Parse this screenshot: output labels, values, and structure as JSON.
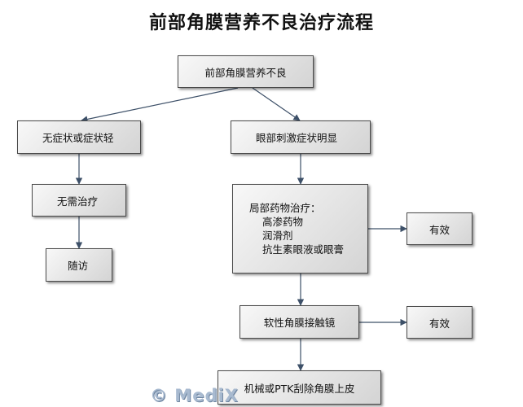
{
  "title": "前部角膜营养不良治疗流程",
  "nodes": {
    "root": "前部角膜营养不良",
    "mild": "无症状或症状轻",
    "severe": "眼部刺激症状明显",
    "no_treatment": "无需治疗",
    "follow_up": "随访",
    "topical": {
      "heading": "局部药物治疗：",
      "items": [
        "高渗药物",
        "润滑剂",
        "抗生素眼液或眼膏"
      ]
    },
    "effective_1": "有效",
    "contact_lens": "软性角膜接触镜",
    "effective_2": "有效",
    "surgery": "机械或PTK刮除角膜上皮"
  },
  "watermark": "© MediX",
  "colors": {
    "border": "#4a4a4a",
    "arrow": "#3d5068"
  }
}
